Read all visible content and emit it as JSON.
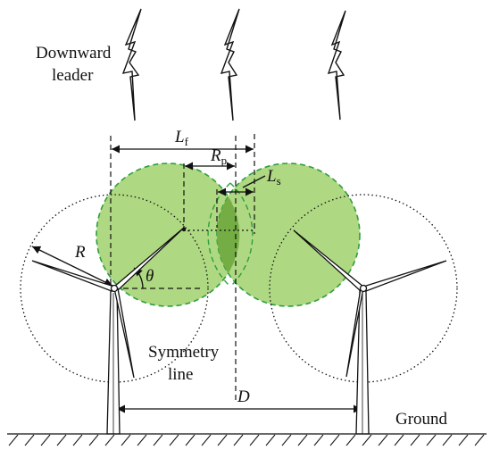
{
  "labels": {
    "downward_leader_line1": "Downward",
    "downward_leader_line2": "leader",
    "lf_main": "L",
    "lf_sub": "f",
    "rp_main": "R",
    "rp_sub": "p",
    "ls_main": "L",
    "ls_sub": "s",
    "r": "R",
    "theta": "θ",
    "symmetry_line1": "Symmetry",
    "symmetry_line2": "line",
    "d": "D",
    "ground": "Ground"
  },
  "colors": {
    "sphere_fill": "#9ccc65",
    "sphere_stroke": "#2e9e3e",
    "overlap_fill": "#6fa83f",
    "line": "#111111"
  },
  "icons": {
    "lightning": "lightning-bolt-icon",
    "turbine": "wind-turbine-icon"
  }
}
